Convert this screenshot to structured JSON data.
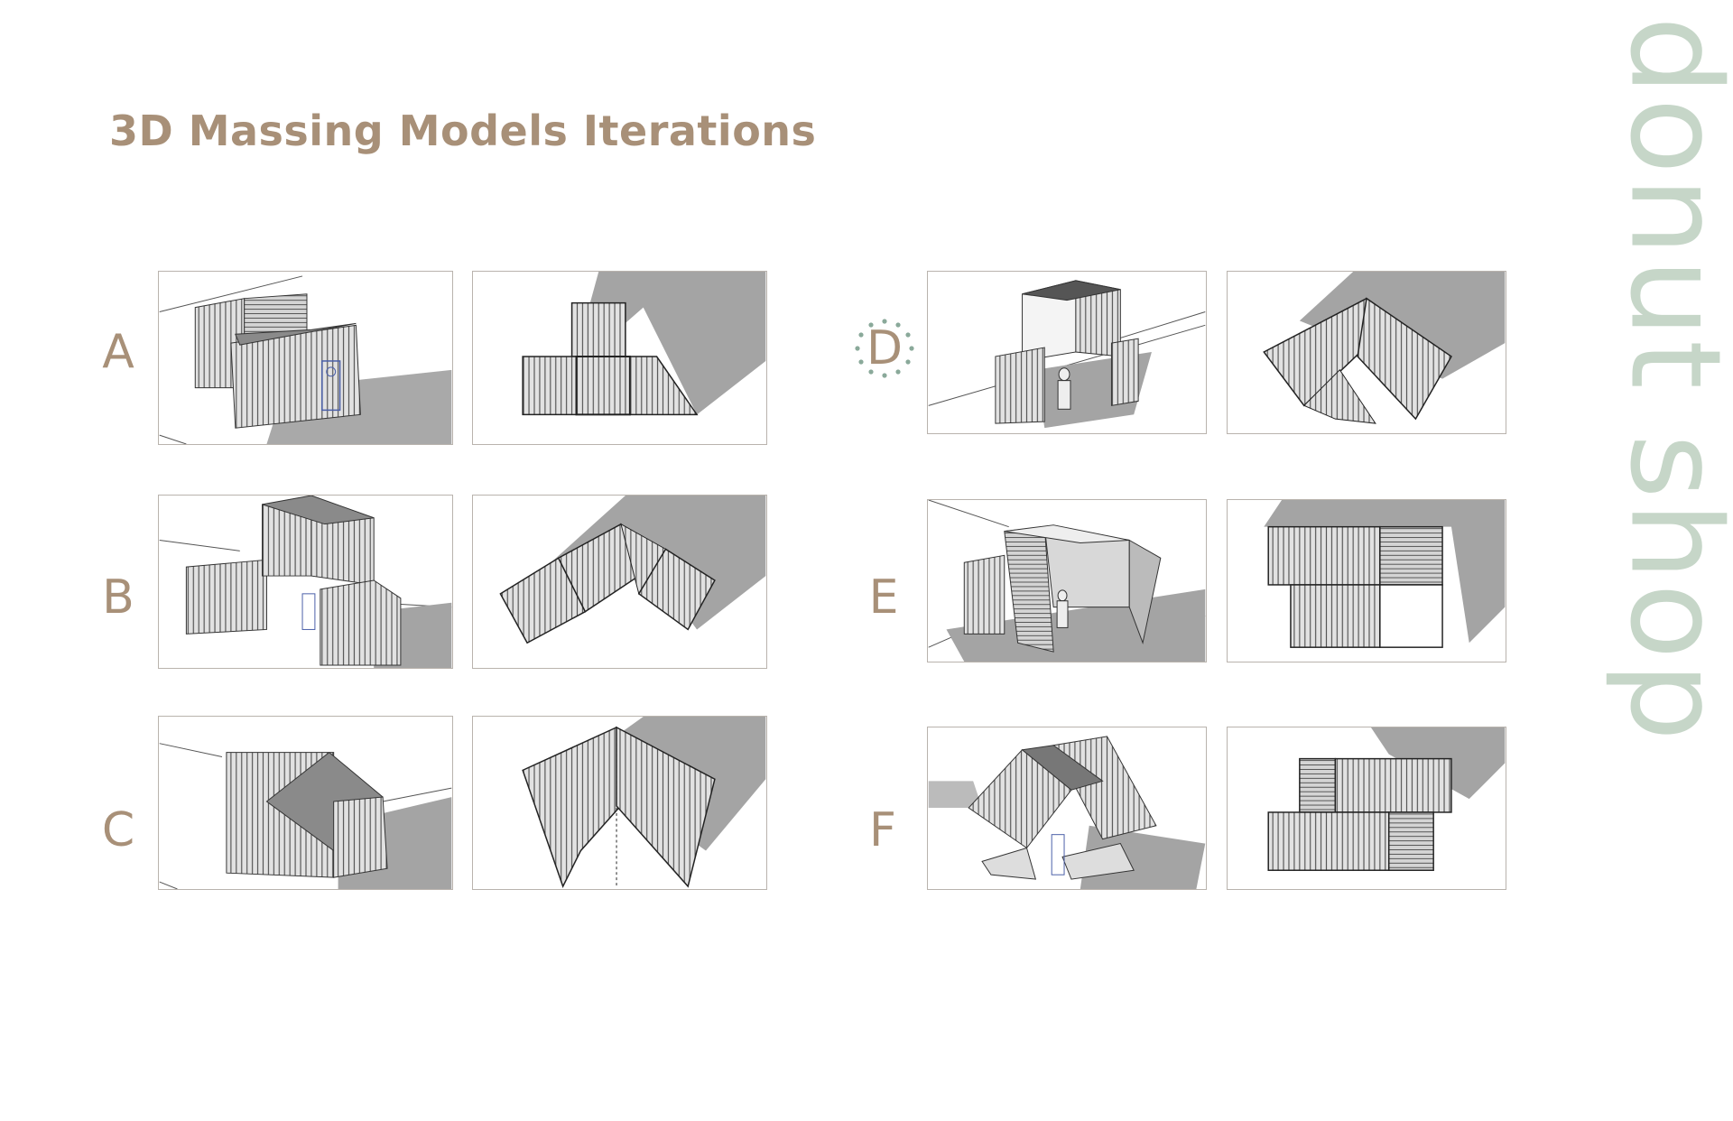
{
  "page": {
    "title": "3D Massing Models Iterations",
    "side_title": "donut shop",
    "colors": {
      "title": "#a89078",
      "letters": "#a89078",
      "side_title": "#c6d6c8",
      "selected_marker": "#8aa99a",
      "shadow": "#a4a4a4",
      "line": "#3a3a3a",
      "human_figure": "#4a5fa8"
    }
  },
  "iterations": [
    {
      "label": "A",
      "views": [
        "perspective",
        "plan"
      ],
      "selected": false
    },
    {
      "label": "B",
      "views": [
        "perspective",
        "plan"
      ],
      "selected": false
    },
    {
      "label": "C",
      "views": [
        "perspective",
        "plan"
      ],
      "selected": false
    },
    {
      "label": "D",
      "views": [
        "perspective",
        "plan"
      ],
      "selected": true
    },
    {
      "label": "E",
      "views": [
        "perspective",
        "plan"
      ],
      "selected": false
    },
    {
      "label": "F",
      "views": [
        "perspective",
        "plan"
      ],
      "selected": false
    }
  ]
}
